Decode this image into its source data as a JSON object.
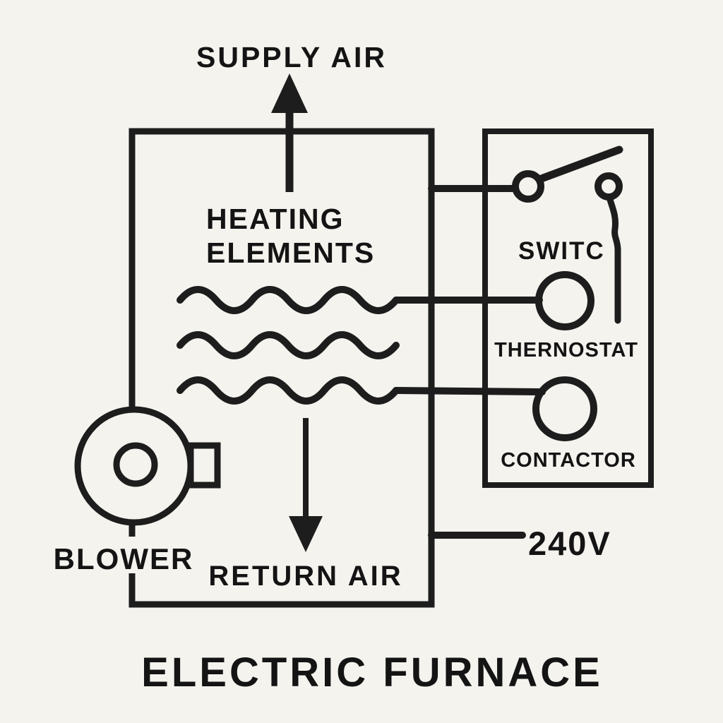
{
  "diagram": {
    "title": "ELECTRIC FURNACE",
    "labels": {
      "supply_air": "SUPPLY AIR",
      "heating_line1": "HEATING",
      "heating_line2": "ELEMENTS",
      "return_air": "RETURN AIR",
      "blower": "BLOWER",
      "switch": "SWITC",
      "thermostat": "THERNOSTAT",
      "contactor": "CONTACTOR",
      "voltage": "240V"
    },
    "components": {
      "furnace_box": "furnace cabinet",
      "control_panel_box": "control panel",
      "heating_coils_count": 3
    },
    "colors": {
      "background": "#f5f3ee",
      "line": "#1d1d1d",
      "text": "#141414"
    }
  }
}
